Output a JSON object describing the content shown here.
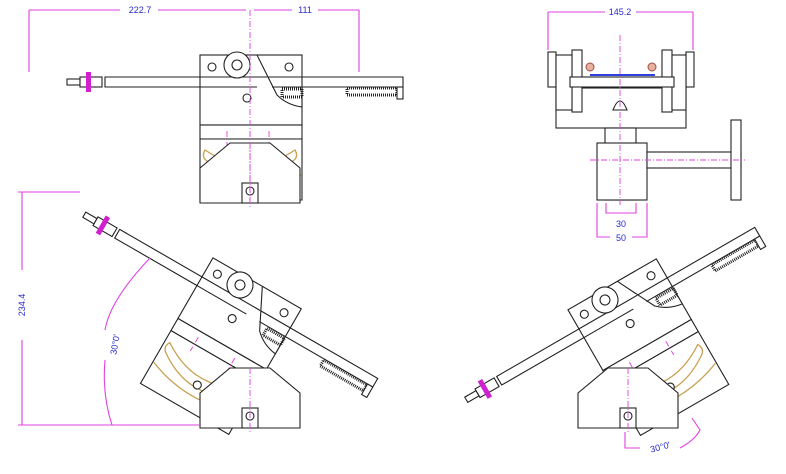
{
  "drawing": {
    "views": [
      "front-view",
      "side-view",
      "tilted-left-view",
      "tilted-right-view"
    ],
    "dimensions": {
      "overall_left": "222.7",
      "overall_right": "111",
      "width_side": "145.2",
      "inner_width": "30",
      "outer_width": "50",
      "height_tilted": "234.4",
      "angle_left": "30°0'",
      "angle_right": "30°0'"
    },
    "colors": {
      "dimension": "#e040e0",
      "dimension_text": "#2a2ad0",
      "slot": "#c8a050"
    }
  }
}
